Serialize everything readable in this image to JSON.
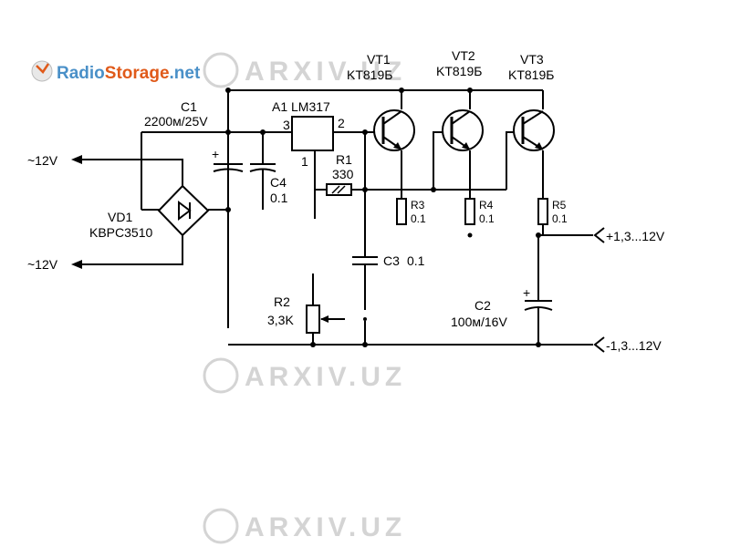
{
  "logo": {
    "text_a": "Radio",
    "text_b": "Storage",
    "text_c": ".net",
    "color_a": "#4a90c8",
    "color_b": "#e05a1a"
  },
  "watermark": {
    "text": "ARXIV.UZ",
    "color": "#cfcfcf"
  },
  "components": {
    "vt1": {
      "name": "VT1",
      "type": "KT819Б"
    },
    "vt2": {
      "name": "VT2",
      "type": "KT819Б"
    },
    "vt3": {
      "name": "VT3",
      "type": "KT819Б"
    },
    "a1": {
      "name": "A1 LM317",
      "pin3": "3",
      "pin2": "2",
      "pin1": "1"
    },
    "c1": {
      "name": "C1",
      "value": "2200м/25V"
    },
    "c4": {
      "name": "C4",
      "value": "0.1"
    },
    "r1": {
      "name": "R1",
      "value": "330"
    },
    "r3": {
      "name": "R3",
      "value": "0.1"
    },
    "r4": {
      "name": "R4",
      "value": "0.1"
    },
    "r5": {
      "name": "R5",
      "value": "0.1"
    },
    "c3": {
      "name": "C3",
      "value": "0.1"
    },
    "vd1": {
      "name": "VD1",
      "type": "KBPC3510"
    },
    "r2": {
      "name": "R2",
      "value": "3,3K"
    },
    "c2": {
      "name": "C2",
      "value": "100м/16V"
    }
  },
  "terminals": {
    "ac_in_top": "~12V",
    "ac_in_bottom": "~12V",
    "out_plus": "+1,3...12V",
    "out_minus": "-1,3...12V"
  },
  "symbols": {
    "plus": "+"
  }
}
